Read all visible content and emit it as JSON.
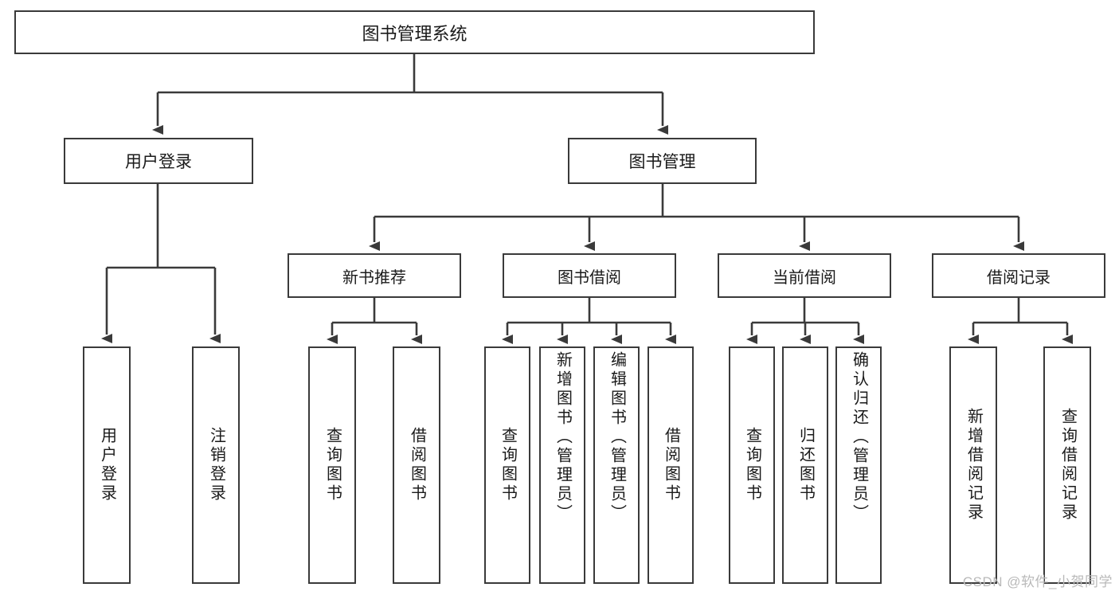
{
  "diagram": {
    "type": "tree-hierarchy",
    "title": "图书管理系统",
    "root": {
      "label": "图书管理系统"
    },
    "level1": [
      {
        "label": "用户登录"
      },
      {
        "label": "图书管理"
      }
    ],
    "level2": [
      {
        "label": "新书推荐",
        "parent": "图书管理"
      },
      {
        "label": "图书借阅",
        "parent": "图书管理"
      },
      {
        "label": "当前借阅",
        "parent": "图书管理"
      },
      {
        "label": "借阅记录",
        "parent": "图书管理"
      }
    ],
    "leaves": {
      "user_login": [
        {
          "label": "用户登录"
        },
        {
          "label": "注销登录"
        }
      ],
      "new_book_recommend": [
        {
          "label": "查询图书"
        },
        {
          "label": "借阅图书"
        }
      ],
      "book_borrow": [
        {
          "label": "查询图书"
        },
        {
          "label": "新增图书（管理员）"
        },
        {
          "label": "编辑图书（管理员）"
        },
        {
          "label": "借阅图书"
        }
      ],
      "current_borrow": [
        {
          "label": "查询图书"
        },
        {
          "label": "归还图书"
        },
        {
          "label": "确认归还（管理员）"
        }
      ],
      "borrow_record": [
        {
          "label": "新增借阅记录"
        },
        {
          "label": "查询借阅记录"
        }
      ]
    }
  },
  "watermark": {
    "text": "CSDN @软件_小贺同学"
  },
  "colors": {
    "stroke": "#3a3a3a",
    "text": "#1a1a1a",
    "background": "#ffffff",
    "watermark": "#b9b9b9"
  }
}
